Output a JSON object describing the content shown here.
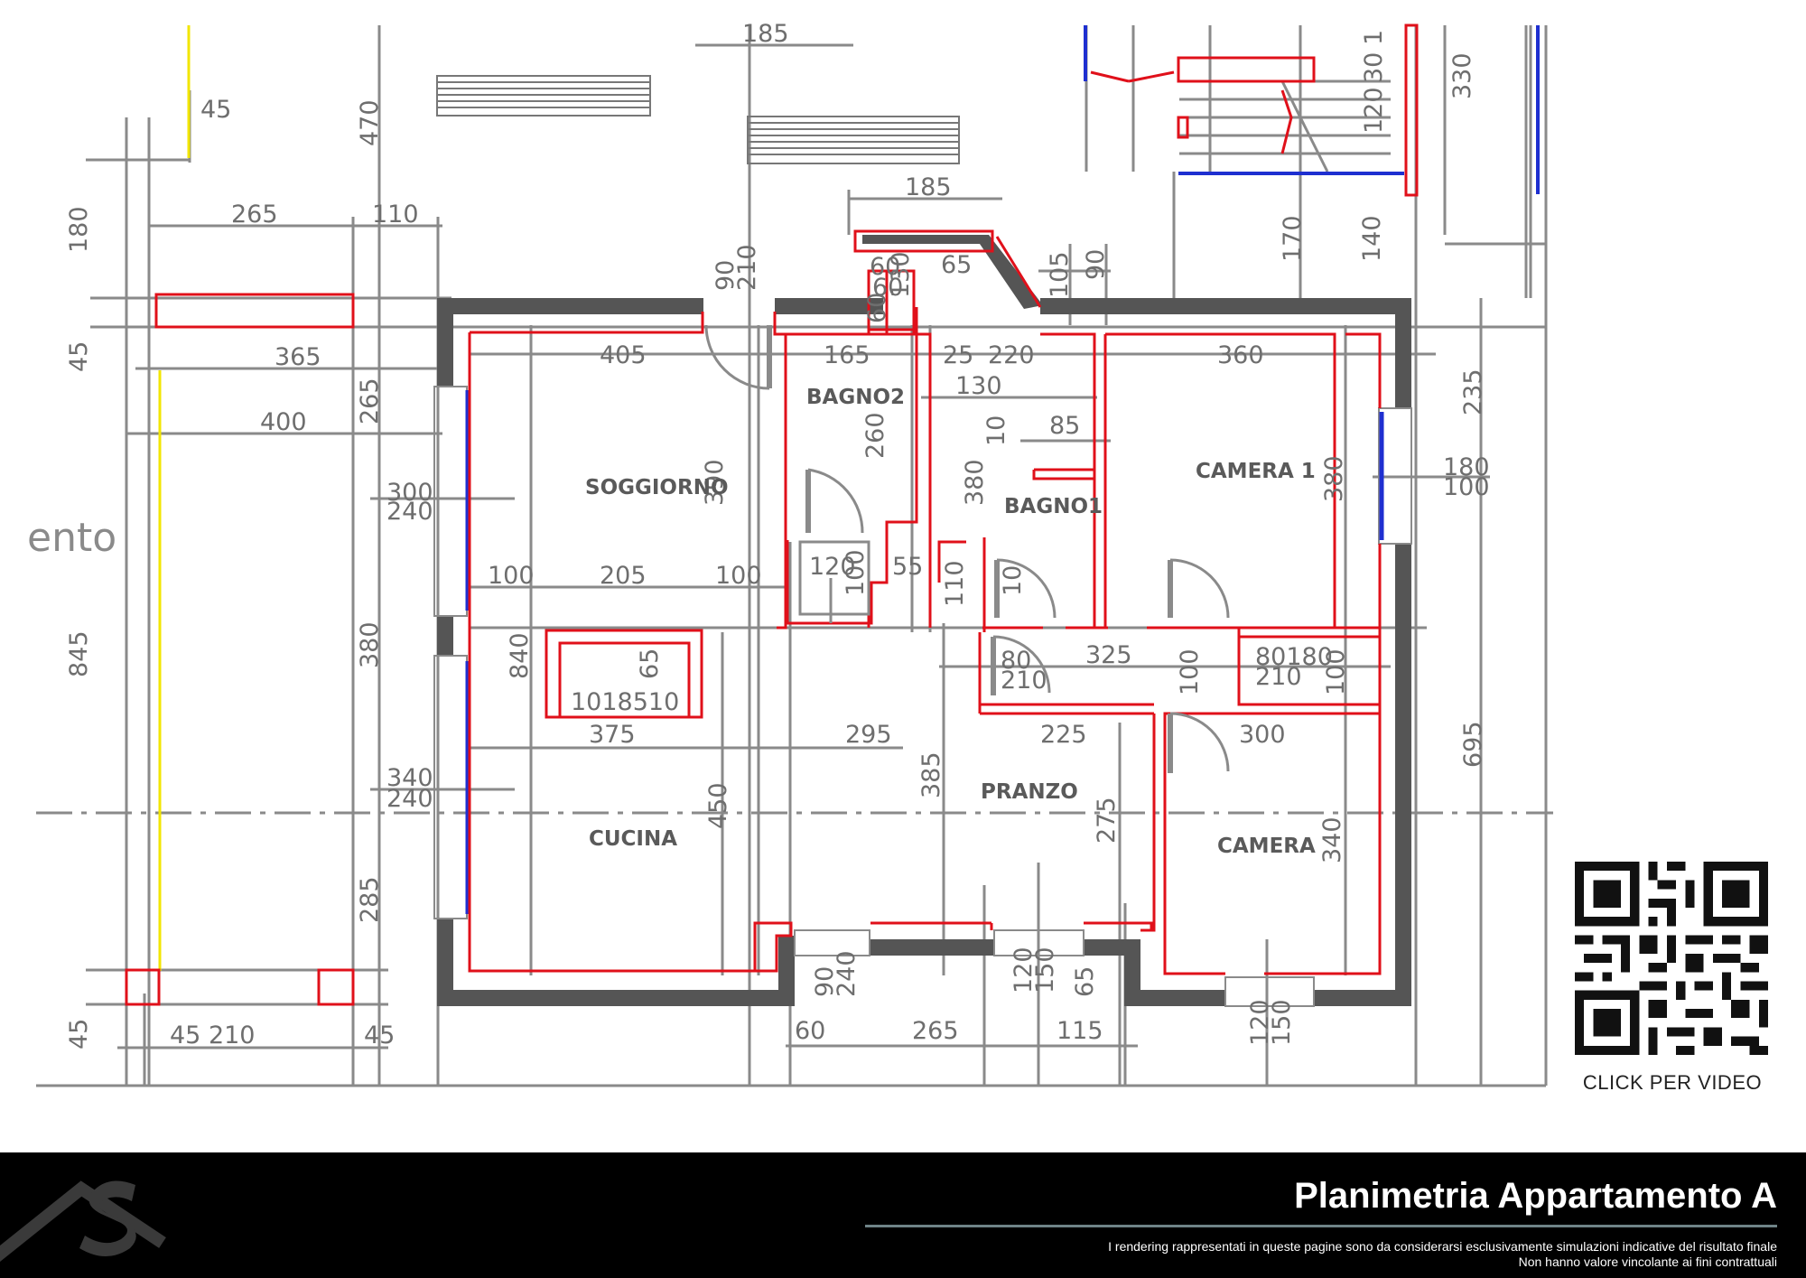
{
  "rooms": {
    "soggiorno": "SOGGIORNO",
    "bagno2": "BAGNO2",
    "bagno1": "BAGNO1",
    "camera1": "CAMERA  1",
    "cucina": "CUCINA",
    "pranzo": "PRANZO",
    "camera": "CAMERA"
  },
  "side_label": "ento",
  "dimensions": {
    "d185_top": "185",
    "d45": "45",
    "d470": "470",
    "d180": "180",
    "d265": "265",
    "d110": "110",
    "d45_left": "45",
    "d365": "365",
    "d400": "400",
    "d265_v": "265",
    "d300": "300",
    "d240a": "240",
    "d845": "845",
    "d380_v": "380",
    "d340": "340",
    "d240b": "240",
    "d285": "285",
    "d45_bl": "45",
    "d45_210": "45 210",
    "d45_br": "45",
    "d185_mid": "185",
    "d90": "90",
    "d210": "210",
    "d60": "60",
    "d65": "65",
    "d105": "105",
    "d90_r": "90",
    "d60_b": "60",
    "d130_s": "130",
    "d60_c": "60",
    "d130_v": "130",
    "d405": "405",
    "d165": "165",
    "d25": "25",
    "d220": "220",
    "d360": "360",
    "d130": "130",
    "d390": "390",
    "d260": "260",
    "d380_b": "380",
    "d10": "10",
    "d85": "85",
    "d380_c1": "380",
    "d235": "235",
    "d180_r": "180",
    "d100_r": "100",
    "d100a": "100",
    "d205": "205",
    "d100b": "100",
    "d120": "120",
    "d100_v": "100",
    "d55": "55",
    "d110_v": "110",
    "d10_b": "10",
    "d840": "840",
    "d65_v": "65",
    "d1018510": "1018510",
    "d375": "375",
    "d80": "80",
    "d210_b": "210",
    "d325": "325",
    "d100_c": "100",
    "d80_180": "80180",
    "d210_c": "210",
    "d100_d": "100",
    "d695": "695",
    "d295": "295",
    "d225": "225",
    "d300_b": "300",
    "d385": "385",
    "d450": "450",
    "d275": "275",
    "d340_c": "340",
    "d90_b": "90",
    "d240_b": "240",
    "d120_b": "120",
    "d150_b": "150",
    "d65_b": "65",
    "d60_bot": "60",
    "d265_bot": "265",
    "d115": "115",
    "d120_c": "120",
    "d150_c": "150",
    "d170": "170",
    "d140": "140",
    "d330": "330",
    "d120_s": "120",
    "d30": "30",
    "d1": "1"
  },
  "qr": {
    "label": "CLICK PER VIDEO",
    "icon": "qr-code-icon"
  },
  "footer": {
    "title": "Planimetria Appartamento A",
    "note_line1": "I rendering rappresentati in queste pagine sono da considerarsi esclusivamente simulazioni indicative del risultato finale",
    "note_line2": "Non hanno valore vincolante ai fini contrattuali"
  },
  "colors": {
    "wall": "#555555",
    "partition": "#e0101a",
    "window": "#1e2fd0",
    "dimension": "#8a8a8a",
    "axis_yellow": "#f2e600",
    "footer_bg": "#000000"
  }
}
